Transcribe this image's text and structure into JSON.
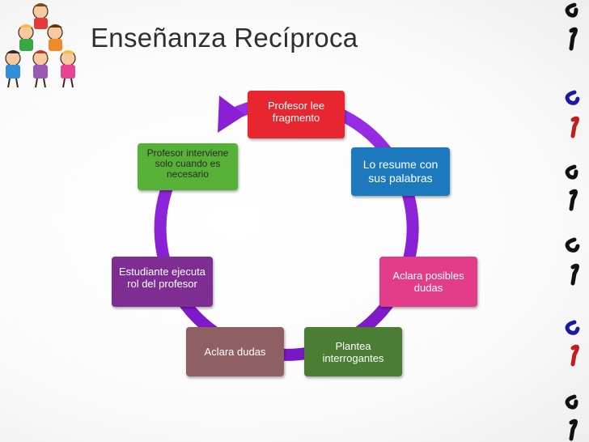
{
  "slide": {
    "title": "Enseñanza Recíproca"
  },
  "diagram": {
    "nodes": [
      {
        "id": "profesor-lee",
        "label": "Profesor lee\nfragmento",
        "color": "#e8262f"
      },
      {
        "id": "lo-resume",
        "label": "Lo resume con\nsus palabras",
        "color": "#1d79be"
      },
      {
        "id": "aclara-posibles",
        "label": "Aclara posibles\ndudas",
        "color": "#e33d8a"
      },
      {
        "id": "plantea",
        "label": "Plantea\ninterrogantes",
        "color": "#4b7d34"
      },
      {
        "id": "aclara-dudas",
        "label": "Aclara dudas",
        "color": "#8e6063"
      },
      {
        "id": "estudiante",
        "label": "Estudiante ejecuta\nrol del profesor",
        "color": "#7e2d92"
      },
      {
        "id": "profesor-interviene",
        "label": "Profesor interviene\nsolo cuando es\nnecesario",
        "color": "#58b137"
      }
    ],
    "ring_color": "#8a1fd6"
  }
}
